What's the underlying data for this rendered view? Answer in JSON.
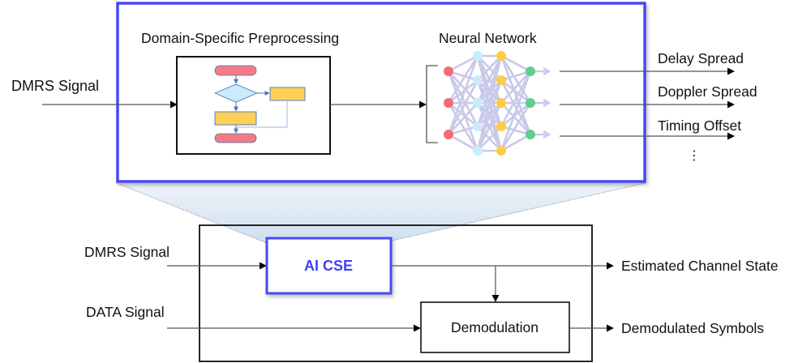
{
  "colors": {
    "frame_blue": "#4a4af5",
    "ai_text": "#4040f0",
    "trapezoid_fill_top": "#eef3f9",
    "trapezoid_fill_bottom": "#cfdff0",
    "flow_terminal": "#f47b83",
    "flow_decision": "#c9ecfa",
    "flow_process": "#ffd055",
    "flow_stroke": "#4a72c4",
    "nn_input": "#f26b78",
    "nn_hidden1": "#c8ecfa",
    "nn_hidden2": "#ffcc44",
    "nn_output": "#5ecf8e",
    "nn_edge": "#c9c9e8"
  },
  "detail": {
    "input_label": "DMRS Signal",
    "preprocessing_title": "Domain-Specific Preprocessing",
    "network_title": "Neural Network",
    "outputs": [
      "Delay Spread",
      "Doppler Spread",
      "Timing Offset"
    ],
    "more_outputs": "⋮"
  },
  "system": {
    "dmrs_label": "DMRS Signal",
    "data_label": "DATA Signal",
    "ai_cse_label": "AI CSE",
    "demod_label": "Demodulation",
    "estimated_output": "Estimated Channel State",
    "demod_output": "Demodulated Symbols"
  }
}
